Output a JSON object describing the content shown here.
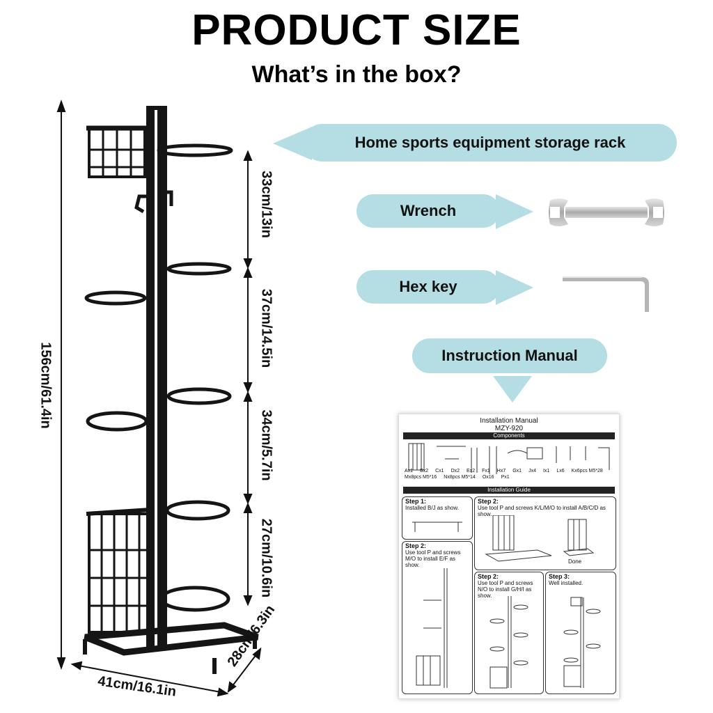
{
  "header": {
    "title": "PRODUCT SIZE",
    "subtitle": "What’s in the box?"
  },
  "dimensions": {
    "height_total": "156cm/61.4in",
    "width": "41cm/16.1in",
    "depth": "28cm/6.3in",
    "segment_1": "33cm/13in",
    "segment_2": "37cm/14.5in",
    "segment_3": "34cm/5.7in",
    "segment_4": "27cm/10.6in"
  },
  "items": {
    "rack": "Home sports equipment storage rack",
    "wrench": "Wrench",
    "hex_key": "Hex key",
    "manual": "Instruction Manual"
  },
  "manual": {
    "title": "Installation Manual",
    "model": "MZY-920",
    "components_label": "Components",
    "guide_label": "Installation Guide",
    "parts": [
      "Ax1",
      "Bx2",
      "Cx1",
      "Dx2",
      "Ex2",
      "Fx1",
      "Hx7",
      "Gx1",
      "Jx4",
      "Ix1",
      "Lx6",
      "Kx6pcs M5*28",
      "Mx8pcs M5*16",
      "Nx8pcs M5*14",
      "Ox16",
      "Px1"
    ],
    "steps": [
      {
        "title": "Step 1:",
        "text": "Installed B/J as show."
      },
      {
        "title": "Step 2:",
        "text": "Use tool P and screws K/L/M/O to install A/B/C/D as show."
      },
      {
        "title": "Step 2:",
        "text": "Use tool P and screws M/O to install E/F as show."
      },
      {
        "title": "Step 2:",
        "text": "Use tool P and screws N/O to install G/H/I as show."
      },
      {
        "title": "Step 3:",
        "text": "Well installed."
      }
    ],
    "done": "Done"
  },
  "colors": {
    "pill": "#b5dde4",
    "rack": "#151515"
  }
}
